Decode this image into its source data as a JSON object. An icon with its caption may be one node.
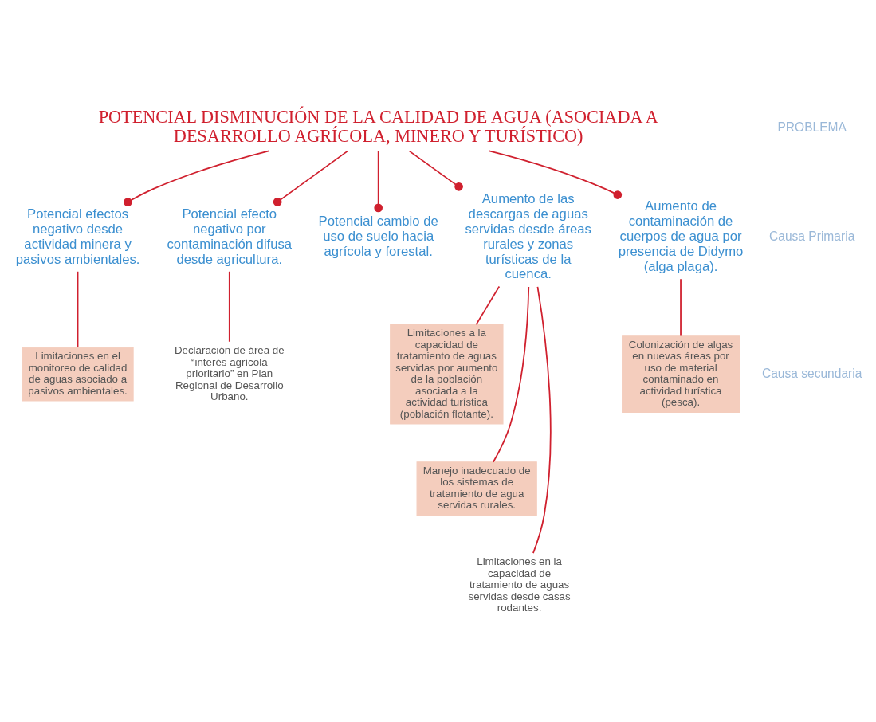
{
  "diagram": {
    "nodes": [
      {
        "text": [
          "POTENCIAL DISMINUCIÓN DE LA CALIDAD DE AGUA (ASOCIADA A DESARROLLO AGRÍCOLA, MINERO Y TURÍSTICO)"
        ]
      },
      {
        "text": [
          "Potencial efectos negativo desde actividad minera y pasivos ambientales."
        ]
      },
      {
        "text": [
          "Potencial efecto negativo por contaminación difusa desde agricultura."
        ]
      },
      {
        "text": [
          "Potencial cambio de uso de suelo hacia agrícola y forestal."
        ]
      },
      {
        "text": [
          "Aumento de las descargas de aguas servidas desde áreas rurales y zonas turísticas de la cuenca."
        ]
      },
      {
        "text": [
          "Aumento de contaminación de cuerpos de agua por presencia de Didymo (alga plaga)."
        ]
      },
      {
        "text": [
          "Limitaciones en el monitoreo de calidad de aguas asociado a pasivos ambientales."
        ]
      },
      {
        "text": [
          "Declaración de área de “interés agrícola prioritario” en Plan Regional de Desarrollo Urbano."
        ]
      },
      {
        "text": [
          "Limitaciones a la capacidad de tratamiento de aguas servidas por aumento de la población asociada a la actividad turística (población flotante)."
        ]
      },
      {
        "text": [
          "Manejo inadecuado de los sistemas de tratamiento de agua servidas rurales."
        ]
      },
      {
        "text": [
          "Limitaciones en la capacidad de tratamiento de aguas servidas desde casas rodantes."
        ]
      },
      {
        "text": [
          "Colonización de algas en nuevas áreas por uso de material contaminado en actividad turística (pesca)."
        ]
      }
    ],
    "edges": [
      {
        "from": 0,
        "to": 1,
        "arrow": "other"
      },
      {
        "from": 0,
        "to": 2,
        "arrow": "other"
      },
      {
        "from": 0,
        "to": 3,
        "arrow": "other"
      },
      {
        "from": 0,
        "to": 4,
        "arrow": "other"
      },
      {
        "from": 0,
        "to": 5,
        "arrow": "other"
      },
      {
        "from": 1,
        "to": 6,
        "arrow": "none"
      },
      {
        "from": 2,
        "to": 7,
        "arrow": "none"
      },
      {
        "from": 4,
        "to": 8,
        "arrow": "none"
      },
      {
        "from": 4,
        "to": 9,
        "arrow": "none"
      },
      {
        "from": 4,
        "to": 10,
        "arrow": "none"
      },
      {
        "from": 5,
        "to": 11,
        "arrow": "none"
      }
    ],
    "labels": [
      "PROBLEMA",
      "Causa Primaria",
      "Causa secundaria"
    ]
  }
}
